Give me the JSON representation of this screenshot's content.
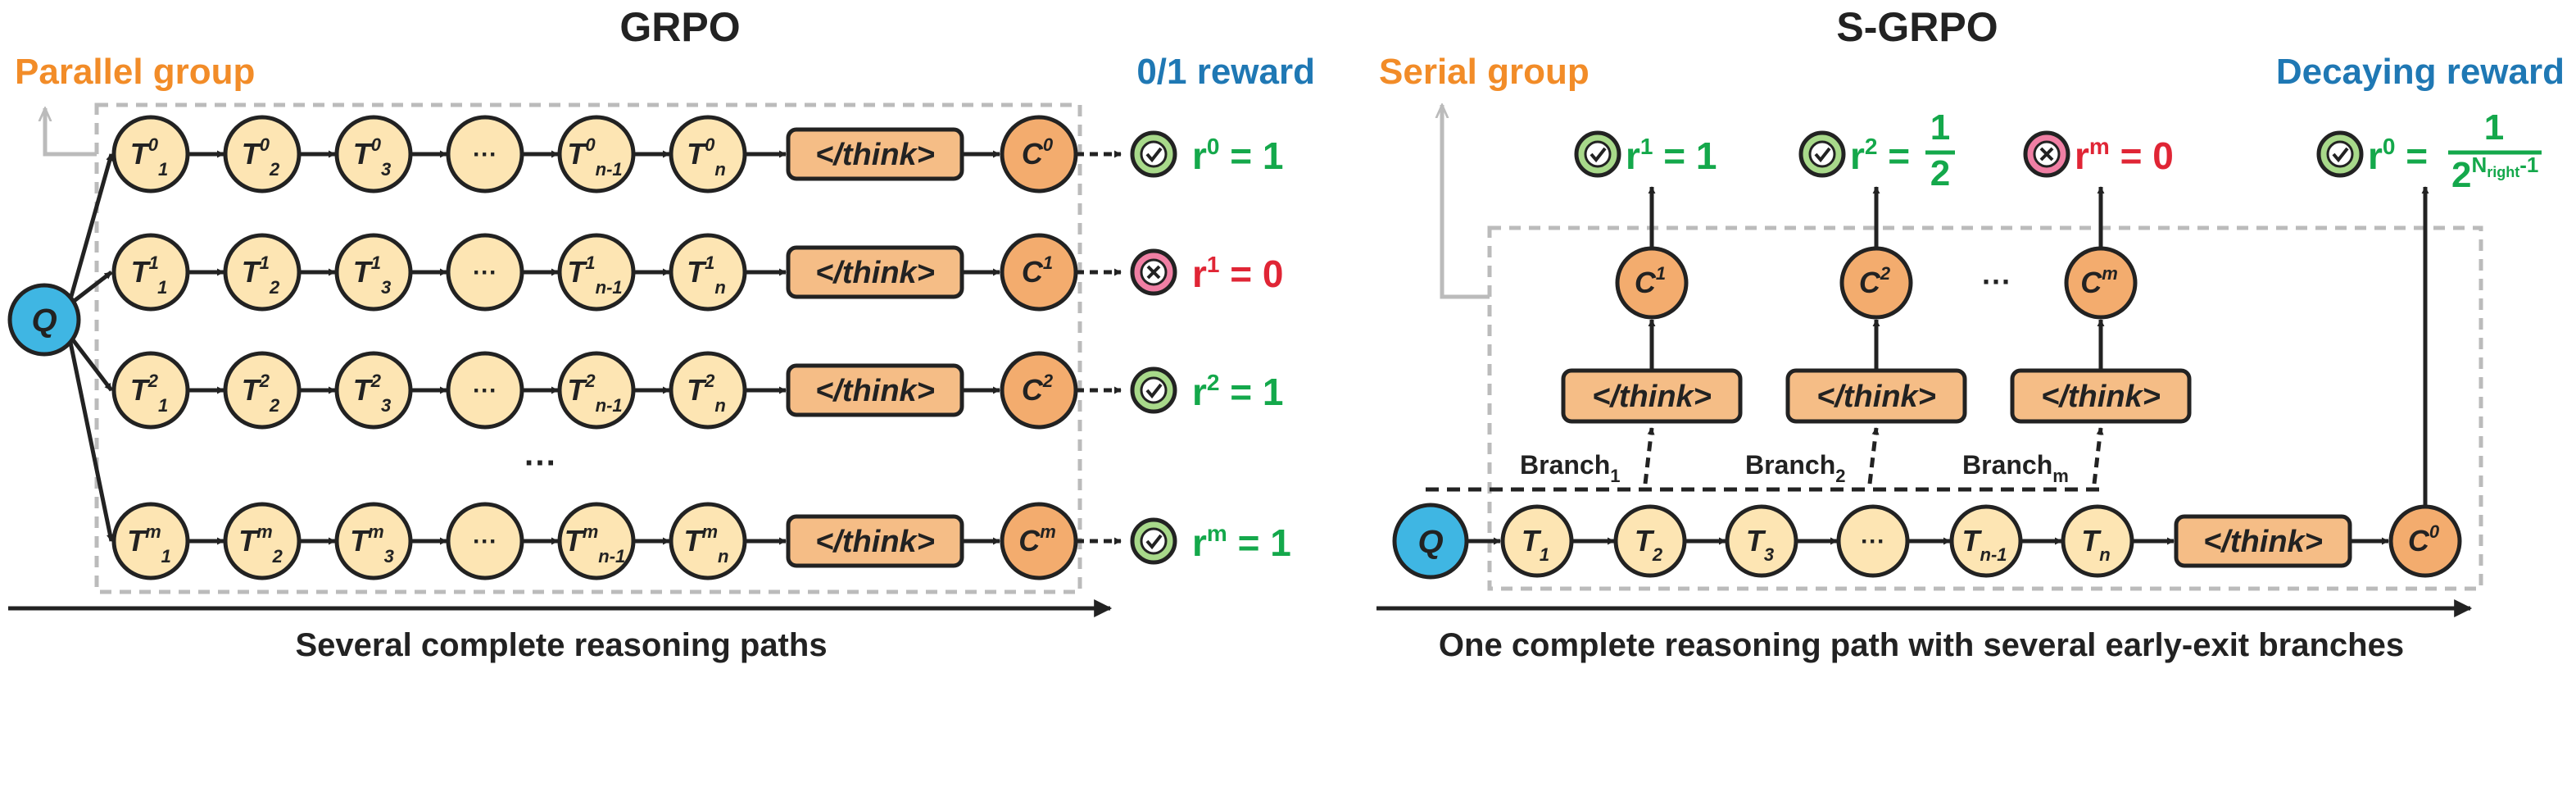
{
  "left_panel": {
    "title": "GRPO",
    "group_label": "Parallel group",
    "reward_label": "0/1 reward",
    "caption": "Several complete reasoning paths",
    "query": "Q",
    "think": "</think>",
    "ellipsis": "···",
    "row_ellipsis": "···",
    "rows": [
      {
        "sup": "0",
        "conclusion_sup": "0",
        "reward_sup": "0",
        "reward_value": "1",
        "correct": true
      },
      {
        "sup": "1",
        "conclusion_sup": "1",
        "reward_sup": "1",
        "reward_value": "0",
        "correct": false
      },
      {
        "sup": "2",
        "conclusion_sup": "2",
        "reward_sup": "2",
        "reward_value": "1",
        "correct": true
      },
      {
        "sup": "m",
        "conclusion_sup": "m",
        "reward_sup": "m",
        "reward_value": "1",
        "correct": true
      }
    ],
    "token_subs": [
      "1",
      "2",
      "3",
      "n-1",
      "n"
    ]
  },
  "right_panel": {
    "title": "S-GRPO",
    "group_label": "Serial group",
    "reward_label": "Decaying reward",
    "caption": "One complete reasoning path with several early-exit branches",
    "query": "Q",
    "think": "</think>",
    "ellipsis": "···",
    "branch_ellipsis": "···",
    "token_subs": [
      "1",
      "2",
      "3",
      "n-1",
      "n"
    ],
    "final_conclusion_sup": "0",
    "branches": [
      {
        "label": "Branch",
        "sub": "1",
        "conclusion_sup": "1",
        "reward_sup": "1",
        "reward_value": "1",
        "correct": true
      },
      {
        "label": "Branch",
        "sub": "2",
        "conclusion_sup": "2",
        "reward_sup": "2",
        "reward_num": "1",
        "reward_den": "2",
        "correct": true
      },
      {
        "label": "Branch",
        "sub": "m",
        "conclusion_sup": "m",
        "reward_sup": "m",
        "reward_value": "0",
        "correct": false
      }
    ],
    "final_reward": {
      "sup": "0",
      "num": "1",
      "den_base": "2",
      "den_exp_main": "N",
      "den_exp_sub": "right",
      "den_exp_tail": "-1",
      "correct": true
    }
  },
  "colors": {
    "orange_label": "#f28c28",
    "blue_label": "#1f78b4",
    "green": "#14a84b",
    "red": "#e02535",
    "token_fill": "#fde5b3",
    "think_fill": "#f5bd86",
    "conclusion_fill": "#f3ac6e",
    "query_fill": "#3fb6e3",
    "check_fill": "#a8d98a",
    "cross_fill": "#f07fa4",
    "dashed": "#bbbbbb"
  },
  "icons": {
    "correct": "check-circle-icon",
    "wrong": "cross-circle-icon"
  }
}
